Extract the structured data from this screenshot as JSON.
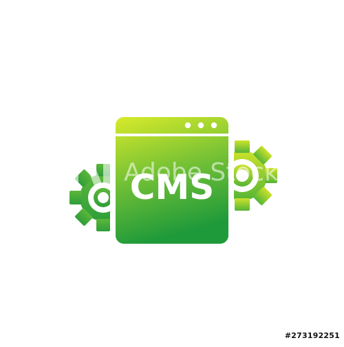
{
  "illustration": {
    "label": "CMS",
    "gear_color_left": "#3aa63c",
    "gear_color_right_top": "#cde22a",
    "gear_color_right_bottom": "#55b536",
    "window_gradient_top": "#d8ea2a",
    "window_gradient_bottom": "#1f9a3a",
    "window_dots": 3,
    "icon_name": "cms-browser-gear-icon"
  },
  "watermark": {
    "text": "Adobe Stock"
  },
  "footer": {
    "stock_id": "#273192251"
  }
}
